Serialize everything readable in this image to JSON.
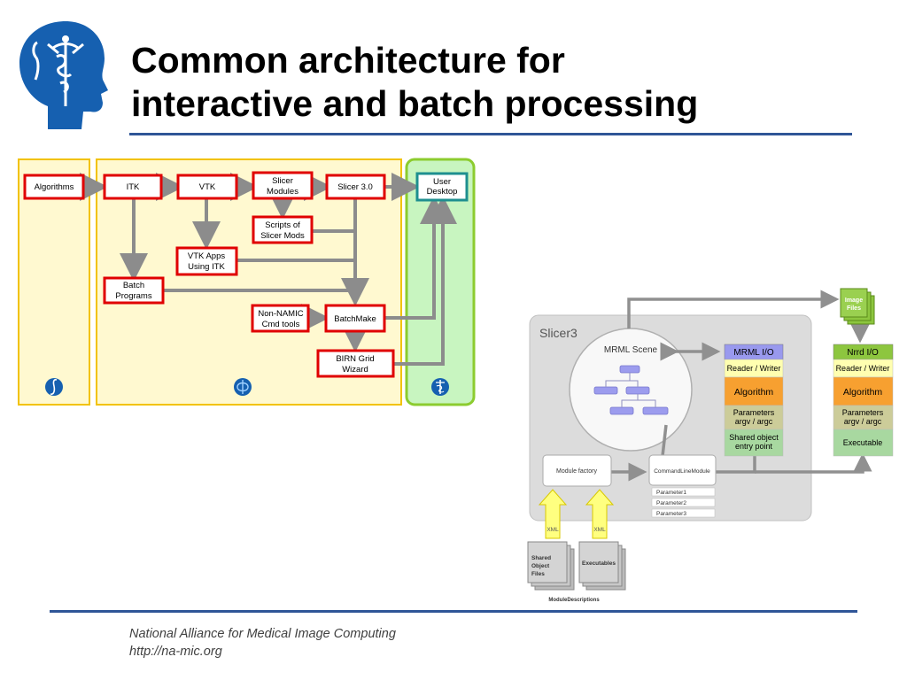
{
  "slide": {
    "title_line1": "Common architecture for",
    "title_line2": "interactive and batch processing",
    "footer_line1": "National Alliance for Medical Image Computing",
    "footer_line2": "http://na-mic.org"
  },
  "flow": {
    "algorithms": "Algorithms",
    "itk": "ITK",
    "vtk": "VTK",
    "slicer_modules": [
      "Slicer",
      "Modules"
    ],
    "slicer3": "Slicer 3.0",
    "user_desktop": [
      "User",
      "Desktop"
    ],
    "scripts": [
      "Scripts of",
      "Slicer Mods"
    ],
    "vtk_apps": [
      "VTK Apps",
      "Using ITK"
    ],
    "batch_programs": [
      "Batch",
      "Programs"
    ],
    "non_namic": [
      "Non-NAMIC",
      "Cmd tools"
    ],
    "batchmake": "BatchMake",
    "birn": [
      "BIRN Grid",
      "Wizard"
    ]
  },
  "arch": {
    "slicer3": "Slicer3",
    "mrml_scene": "MRML Scene",
    "mrml_io": "MRML I/O",
    "nrrd_io": "Nrrd I/O",
    "reader_writer": "Reader / Writer",
    "algorithm": "Algorithm",
    "parameters": [
      "Parameters",
      "argv / argc"
    ],
    "shared_entry": [
      "Shared object",
      "entry point"
    ],
    "executable": "Executable",
    "image_files": [
      "Image",
      "Files"
    ],
    "module_factory": "Module factory",
    "cmdline_module": "CommandLineModule",
    "params": [
      "Parameter1",
      "Parameter2",
      "Parameter3"
    ],
    "xml": "XML",
    "shared_object_files": [
      "Shared",
      "Object",
      "Files"
    ],
    "executables": "Executables",
    "module_descriptions": "ModuleDescriptions"
  },
  "colors": {
    "title_rule": "#2f5597",
    "panel_yellow": "#fff9d0",
    "panel_yellow_border": "#f2c200",
    "panel_green": "#c8f5c0",
    "panel_green_border": "#8ccc2f",
    "box_red": "#e00000",
    "box_teal": "#1e8f8f",
    "arrow_gray": "#8c8c8c",
    "io_blue_header": "#9999ee",
    "io_green_header": "#8dc63f",
    "reader_yellow": "#ffffb0",
    "algorithm_orange": "#f7a030",
    "params_khaki": "#cccc99",
    "shared_green": "#a8d8a0",
    "brand_blue": "#1660b0"
  },
  "icons": [
    "namic-head-logo",
    "integral-icon",
    "brain-icon",
    "caduceus-icon"
  ]
}
